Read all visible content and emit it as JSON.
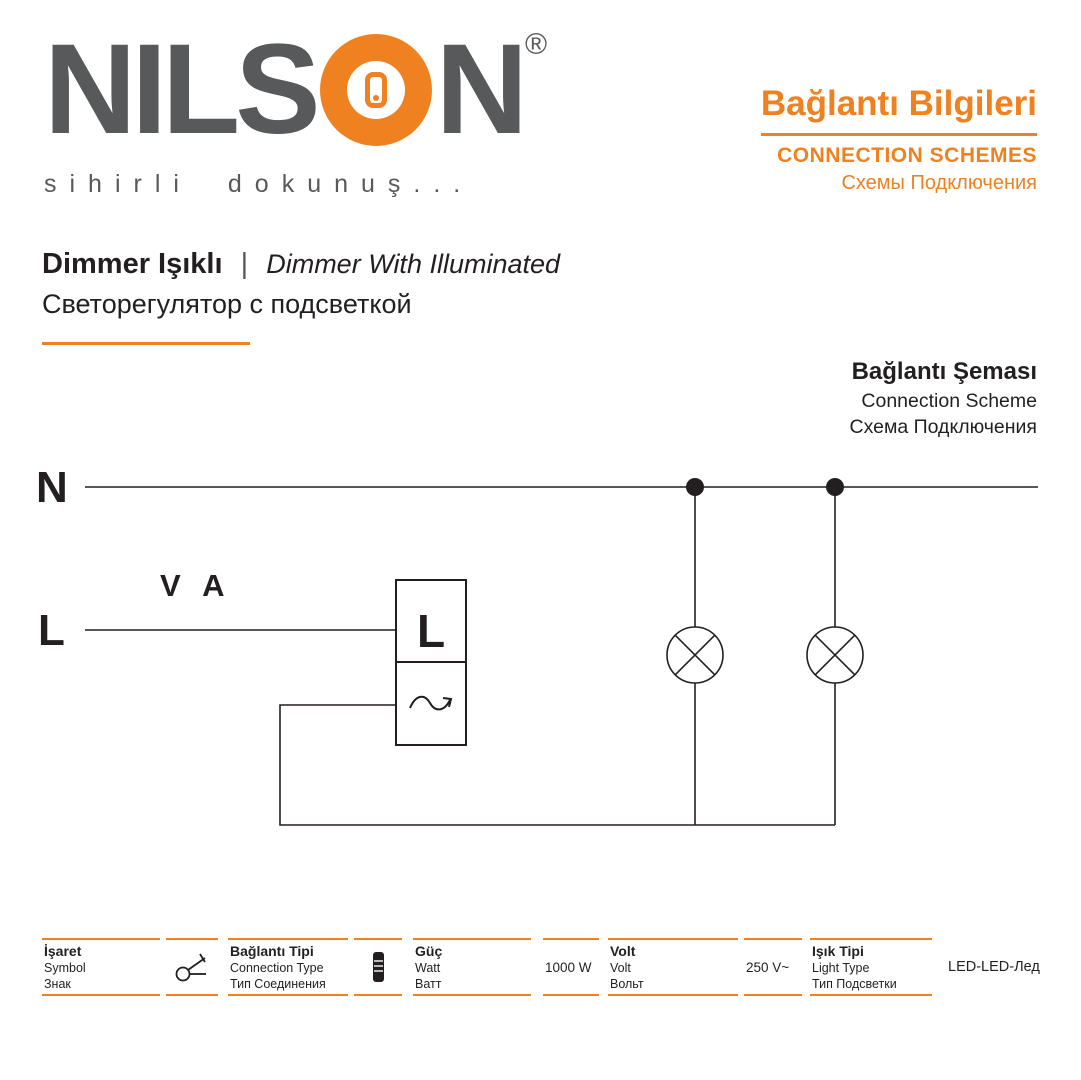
{
  "colors": {
    "orange": "#f08121",
    "gray": "#58595b",
    "black": "#231f20"
  },
  "brand": {
    "logo_left": "NILS",
    "logo_right": "N",
    "registered": "®",
    "tagline": "sihirli dokunuş..."
  },
  "header": {
    "title_tr": "Bağlantı Bilgileri",
    "title_en": "CONNECTION SCHEMES",
    "title_ru": "Схемы Подключения"
  },
  "product": {
    "name_tr": "Dimmer Işıklı",
    "separator": "|",
    "name_en": "Dimmer With Illuminated",
    "name_ru": "Светорегулятор с подсветкой"
  },
  "scheme": {
    "title_tr": "Bağlantı Şeması",
    "title_en": "Connection Scheme",
    "title_ru": "Схема Подключения",
    "neutral_label": "N",
    "line_label": "L",
    "va_label": "V A",
    "device_label": "L"
  },
  "specs": {
    "symbol": {
      "tr": "İşaret",
      "en": "Symbol",
      "ru": "Знак",
      "icon": "switch-symbol-icon"
    },
    "connection_type": {
      "tr": "Bağlantı Tipi",
      "en": "Connection Type",
      "ru": "Тип Соединения",
      "icon": "terminal-icon"
    },
    "power": {
      "tr": "Güç",
      "en": "Watt",
      "ru": "Ватт",
      "value": "1000 W"
    },
    "volt": {
      "tr": "Volt",
      "en": "Volt",
      "ru": "Вольт",
      "value": "250 V~"
    },
    "light_type": {
      "tr": "Işık Tipi",
      "en": "Light Type",
      "ru": "Тип Подсветки",
      "value": "LED-LED-Лед"
    }
  }
}
